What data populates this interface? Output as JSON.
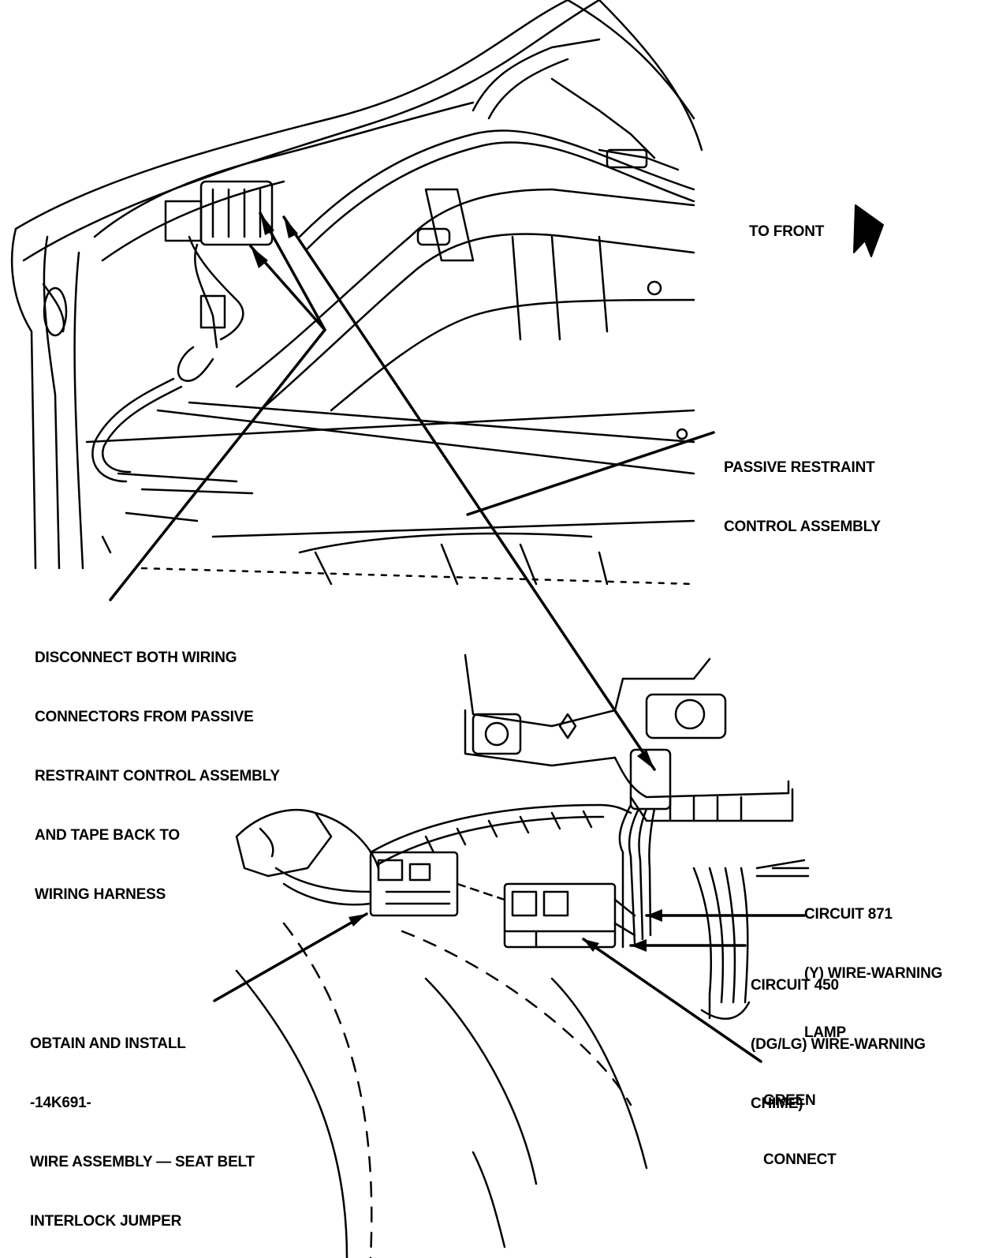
{
  "colors": {
    "ink": "#000000",
    "paper": "#ffffff"
  },
  "icons": {
    "direction_arrow": "arrow-right-icon"
  },
  "labels": {
    "to_front": "TO FRONT",
    "passive_restraint": [
      "PASSIVE RESTRAINT",
      "CONTROL ASSEMBLY"
    ],
    "disconnect": [
      "DISCONNECT BOTH WIRING",
      "CONNECTORS FROM PASSIVE",
      "RESTRAINT CONTROL ASSEMBLY",
      "AND TAPE BACK TO",
      "WIRING HARNESS"
    ],
    "circuit_871": [
      "CIRCUIT 871",
      "(Y) WIRE-WARNING",
      "LAMP"
    ],
    "circuit_450": [
      "CIRCUIT 450",
      "(DG/LG) WIRE-WARNING",
      "CHIME)"
    ],
    "obtain_install": [
      "OBTAIN AND INSTALL",
      "-14K691-",
      "WIRE ASSEMBLY — SEAT BELT",
      "INTERLOCK JUMPER"
    ],
    "green_connect": [
      "GREEN",
      "CONNECT"
    ]
  }
}
